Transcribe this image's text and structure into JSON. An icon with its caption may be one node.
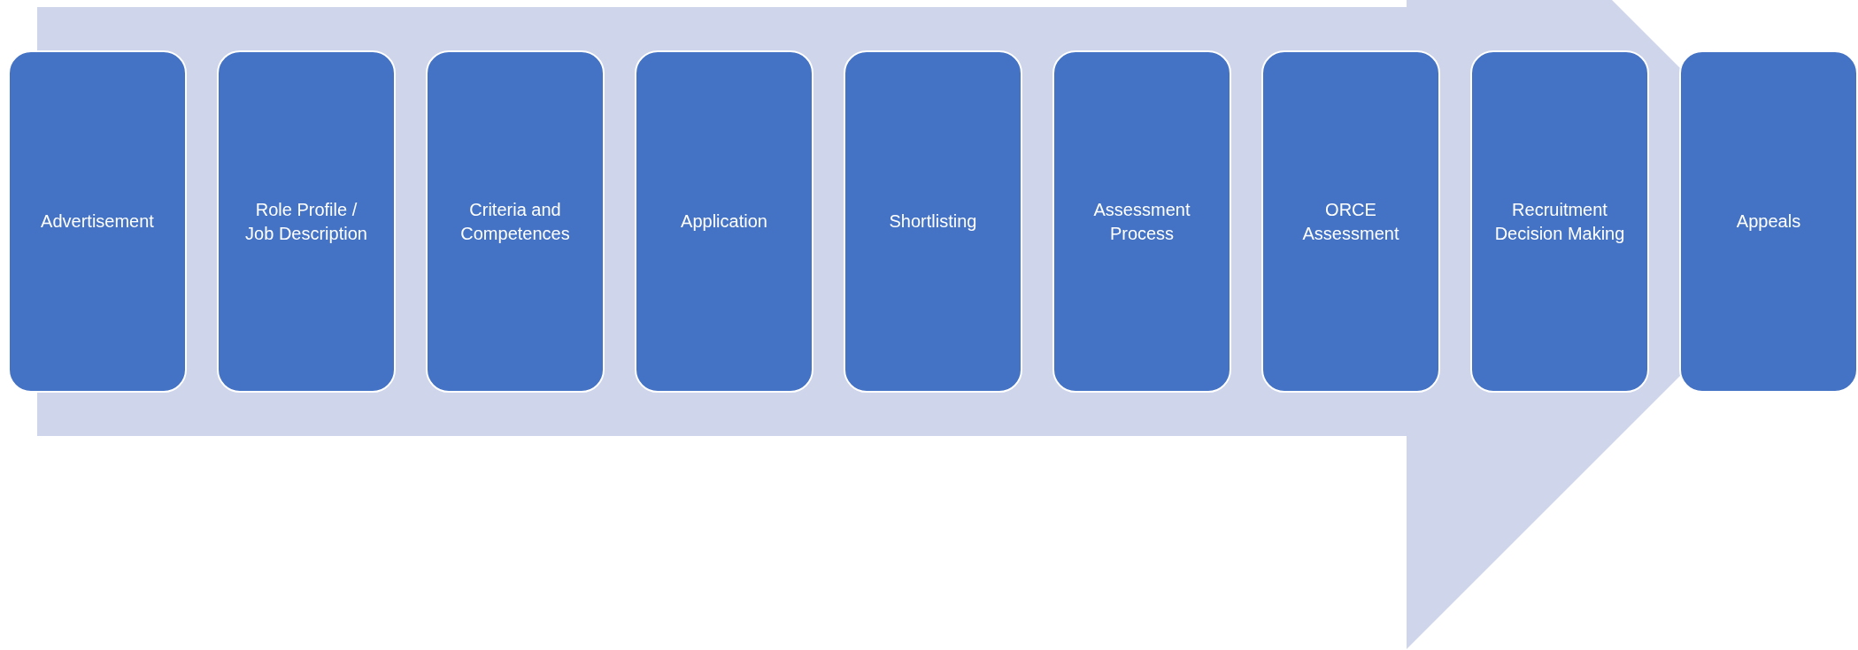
{
  "diagram": {
    "nodes": [
      {
        "text": [
          "Advertisement"
        ]
      },
      {
        "text": [
          "Role Profile / Job Description"
        ]
      },
      {
        "text": [
          "Criteria and Competences"
        ]
      },
      {
        "text": [
          "Application"
        ]
      },
      {
        "text": [
          "Shortlisting"
        ]
      },
      {
        "text": [
          "Assessment Process"
        ]
      },
      {
        "text": [
          "ORCE Assessment"
        ]
      },
      {
        "text": [
          "Recruitment Decision Making"
        ]
      },
      {
        "text": [
          "Appeals"
        ]
      }
    ],
    "edges": [
      {
        "from": 0,
        "to": 8,
        "arrow": "to"
      }
    ]
  }
}
